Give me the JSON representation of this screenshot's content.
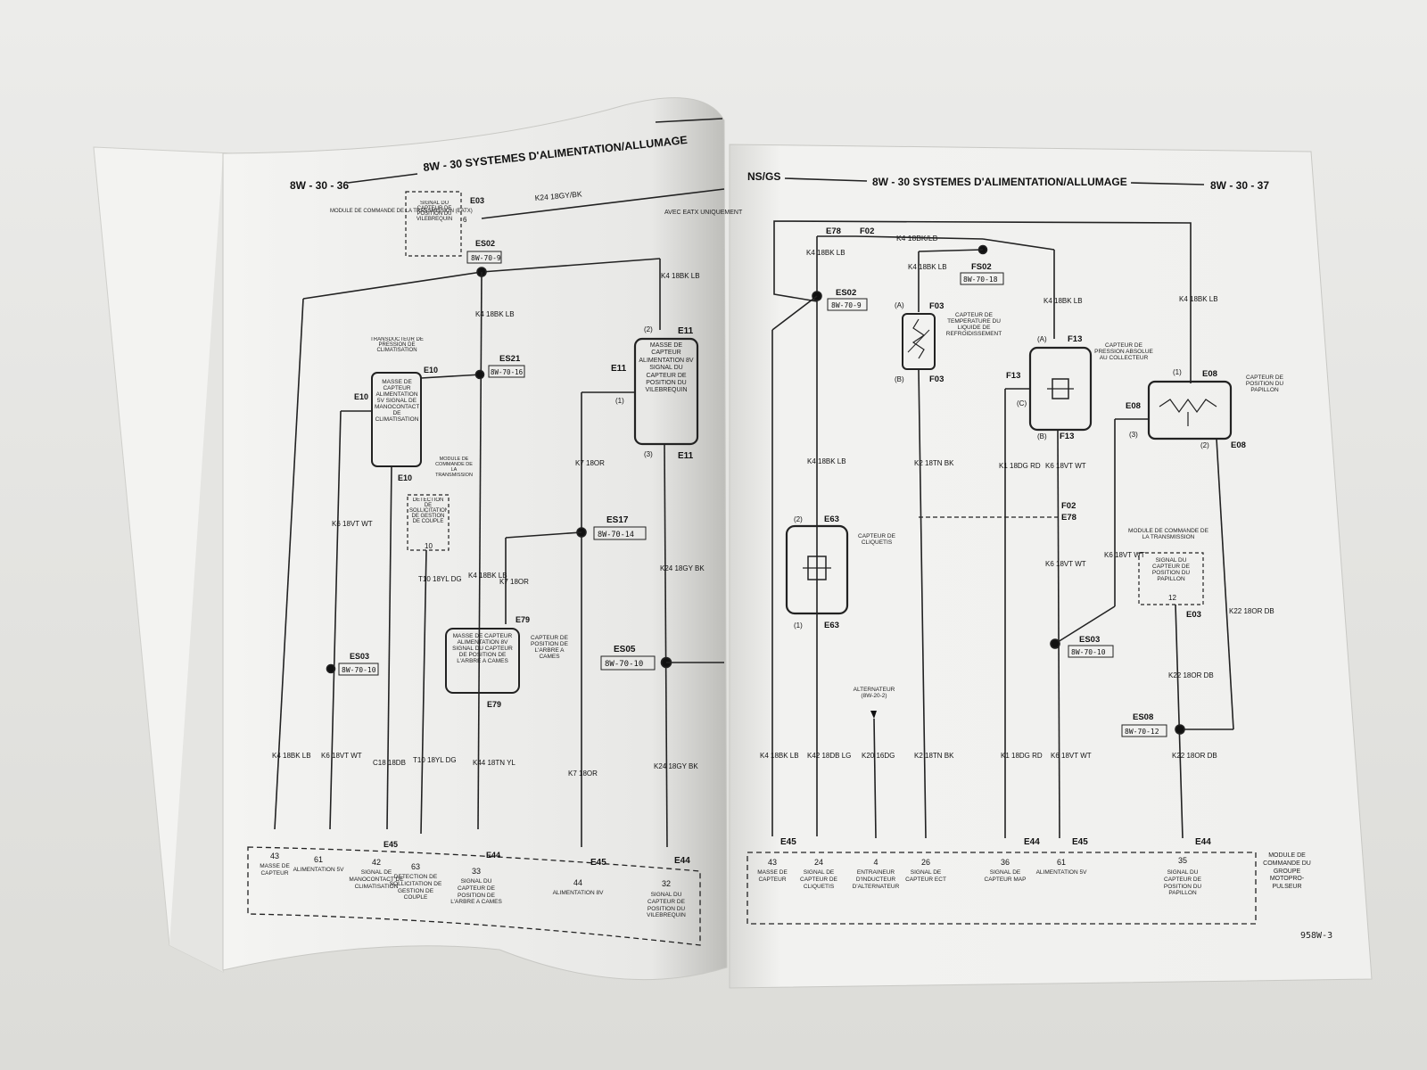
{
  "left_page": {
    "page_number": "8W - 30 - 36",
    "section_title": "8W - 30 SYSTEMES D'ALIMENTATION/ALLUMAGE",
    "labels": {
      "module_transmission": "MODULE DE COMMANDE DE LA TRANSMISSION (EATX)",
      "crank_signal_box": "SIGNAL DU CAPTEUR DE POSITION DU VILEBREQUIN",
      "e03": "E03",
      "pin_6": "6",
      "wire_k24_top": "K24 18GY/BK",
      "avec_eatx": "AVEC EATX UNIQUEMENT",
      "es02": "ES02",
      "ref_8w709": "8W-70-9",
      "k4_18bk_lb": "K4 18BK LB",
      "e11": "E11",
      "pin2": "(2)",
      "pin1": "(1)",
      "pin3": "(3)",
      "crank_sensor": "MASSE DE CAPTEUR ALIMENTATION 8V SIGNAL DU CAPTEUR DE POSITION DU VILEBREQUIN",
      "ac_transducer": "TRANSDUCTEUR DE PRESSION DE CLIMATISATION",
      "ac_box": "MASSE DE CAPTEUR ALIMENTATION 5V SIGNAL DE MANOCONTACT DE CLIMATISATION",
      "e10": "E10",
      "es21": "ES21",
      "ref_8w7016": "8W-70-16",
      "module_transmission2": "MODULE DE COMMANDE DE LA TRANSMISSION",
      "torque_box": "DETECTION DE SOLLICITATION DE GESTION DE COUPLE",
      "pin_10": "10",
      "k6_18vt_wt": "K6 18VT WT",
      "t10_18yl_dg": "T10 18YL DG",
      "k7_18or": "K7 18OR",
      "es17": "ES17",
      "ref_8w7014": "8W-70-14",
      "k24_18gy_bk": "K24 18GY BK",
      "e79": "E79",
      "cam_box": "MASSE DE CAPTEUR ALIMENTATION 8V SIGNAL DU CAPTEUR DE POSITION DE L'ARBRE A CAMES",
      "cam_label": "CAPTEUR DE POSITION DE L'ARBRE A CAMES",
      "es05": "ES05",
      "ref_8w7010": "8W-70-10",
      "es03": "ES03",
      "c18_18db": "C18 18DB",
      "k44_18tn_yl": "K44 18TN YL",
      "e45": "E45",
      "e44": "E44"
    },
    "pcm_pins": [
      {
        "pin": "43",
        "text": "MASSE DE CAPTEUR"
      },
      {
        "pin": "61",
        "text": "ALIMENTATION 5V"
      },
      {
        "pin": "42",
        "text": "SIGNAL DE MANOCONTACT DE CLIMATISATION"
      },
      {
        "pin": "63",
        "text": "DETECTION DE SOLLICITATION DE GESTION DE COUPLE"
      },
      {
        "pin": "33",
        "text": "SIGNAL DU CAPTEUR DE POSITION DE L'ARBRE A CAMES"
      },
      {
        "pin": "44",
        "text": "ALIMENTATION 8V"
      },
      {
        "pin": "32",
        "text": "SIGNAL DU CAPTEUR DE POSITION DU VILEBREQUIN"
      }
    ]
  },
  "right_page": {
    "header_left": "NS/GS",
    "section_title": "8W - 30 SYSTEMES D'ALIMENTATION/ALLUMAGE",
    "page_number": "8W - 30 - 37",
    "figure_id": "958W-3",
    "labels": {
      "e78": "E78",
      "f02": "F02",
      "wire_k4_top": "K4 18BK/LB",
      "fs02": "FS02",
      "ref_8w7018": "8W-70-18",
      "es02": "ES02",
      "ref_8w709": "8W-70-9",
      "k4_18bk_lb": "K4 18BK LB",
      "f03": "F03",
      "pinA": "(A)",
      "pinB": "(B)",
      "pinC": "(C)",
      "pin1": "(1)",
      "pin2": "(2)",
      "pin3": "(3)",
      "coolant_label": "CAPTEUR DE TEMPERATURE DU LIQUIDE DE REFROIDISSEMENT",
      "f13": "F13",
      "map_label": "CAPTEUR DE PRESSION ABSOLUE AU COLLECTEUR",
      "e08": "E08",
      "tps_label": "CAPTEUR DE POSITION DU PAPILLON",
      "e63": "E63",
      "knock_label": "CAPTEUR DE CLIQUETIS",
      "k2_18tn_bk": "K2 18TN BK",
      "k1_18dg_rd": "K1 18DG RD",
      "k6_18vt_wt": "K6 18VT WT",
      "module_transmission": "MODULE DE COMMANDE DE LA TRANSMISSION",
      "tps_box": "SIGNAL DU CAPTEUR DE POSITION DU PAPILLON",
      "pin_12": "12",
      "e03": "E03",
      "k22_18or_db": "K22 18OR DB",
      "es03": "ES03",
      "ref_8w7010": "8W-70-10",
      "es08": "ES08",
      "ref_8w7012": "8W-70-12",
      "alternateur": "ALTERNATEUR (8W-20-2)",
      "k42_18db_lg": "K42 18DB LG",
      "k20_16dg": "K20 16DG",
      "e45": "E45",
      "e44": "E44",
      "pcm_label": "MODULE DE COMMANDE DU GROUPE MOTOPRO- PULSEUR"
    },
    "pcm_pins": [
      {
        "pin": "43",
        "text": "MASSE DE CAPTEUR"
      },
      {
        "pin": "24",
        "text": "SIGNAL DE CAPTEUR DE CLIQUETIS"
      },
      {
        "pin": "4",
        "text": "ENTRAINEUR D'INDUCTEUR D'ALTERNATEUR"
      },
      {
        "pin": "26",
        "text": "SIGNAL DE CAPTEUR ECT"
      },
      {
        "pin": "36",
        "text": "SIGNAL DE CAPTEUR MAP"
      },
      {
        "pin": "61",
        "text": "ALIMENTATION 5V"
      },
      {
        "pin": "35",
        "text": "SIGNAL DU CAPTEUR DE POSITION DU PAPILLON"
      }
    ]
  }
}
